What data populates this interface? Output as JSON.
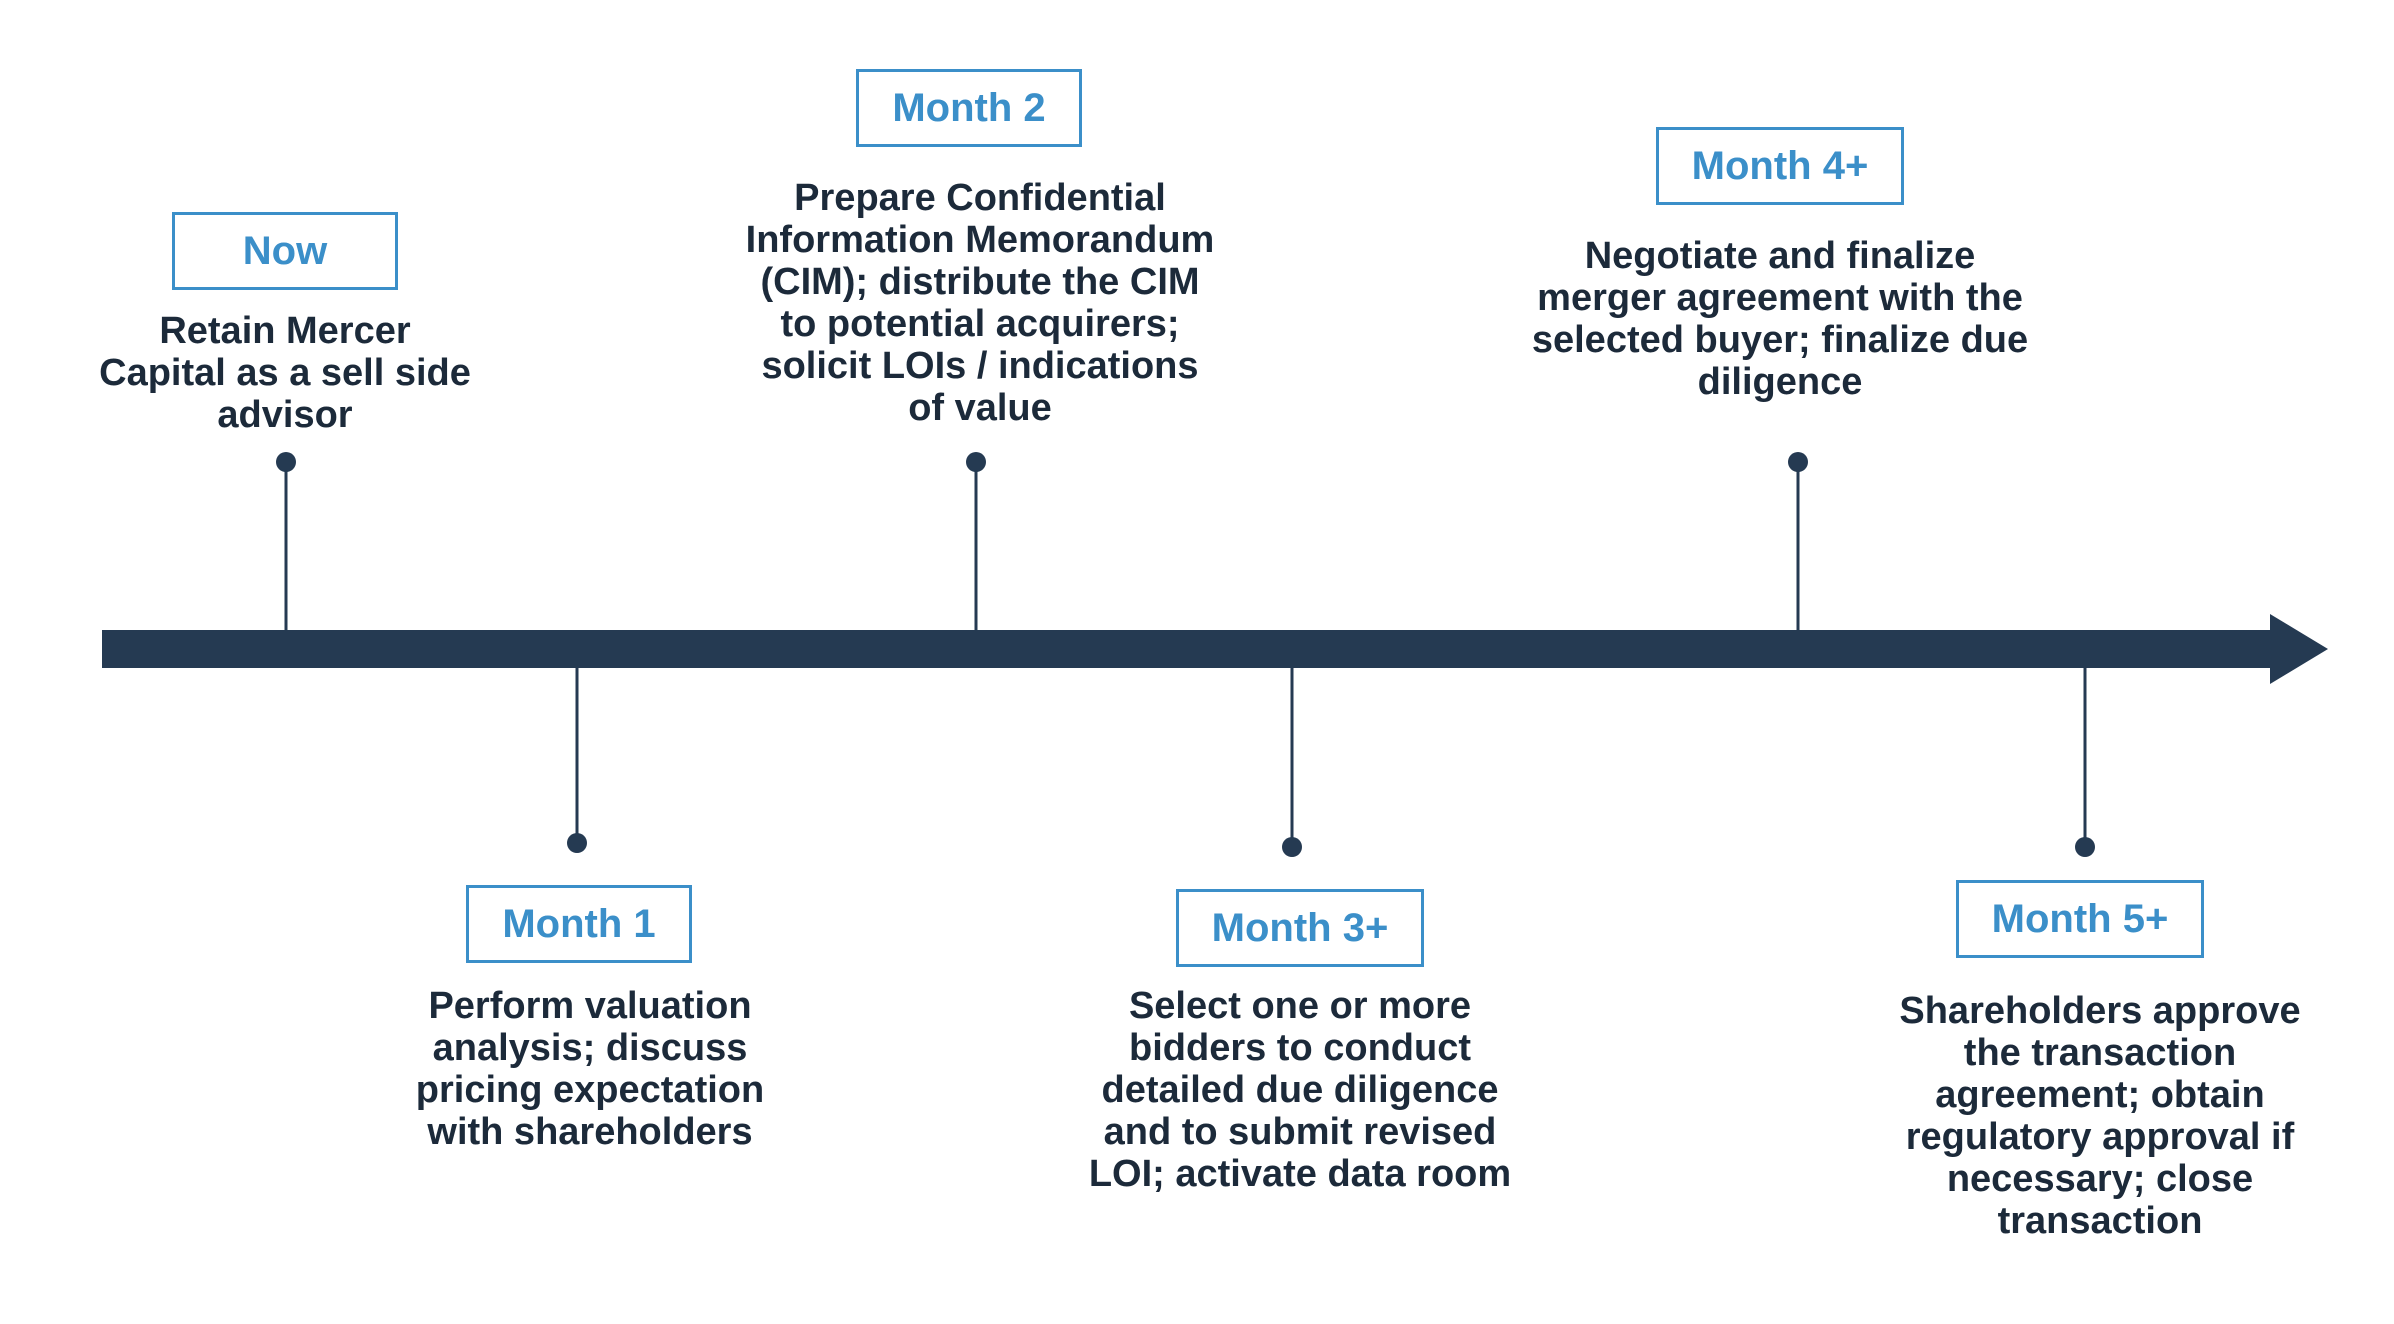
{
  "colors": {
    "axis": "#253a52",
    "accent": "#3b8fc9",
    "text": "#1c2a3a"
  },
  "milestones": [
    {
      "id": "now",
      "label": "Now",
      "lines": [
        "Retain Mercer",
        "Capital as a sell side",
        "advisor"
      ]
    },
    {
      "id": "month-1",
      "label": "Month 1",
      "lines": [
        "Perform valuation",
        "analysis; discuss",
        "pricing expectation",
        "with shareholders"
      ]
    },
    {
      "id": "month-2",
      "label": "Month 2",
      "lines": [
        "Prepare Confidential",
        "Information Memorandum",
        "(CIM); distribute the CIM",
        "to potential acquirers;",
        "solicit LOIs / indications",
        "of value"
      ]
    },
    {
      "id": "month-3",
      "label": "Month 3+",
      "lines": [
        "Select one or more",
        "bidders to conduct",
        "detailed due diligence",
        "and to submit revised",
        "LOI; activate data room"
      ]
    },
    {
      "id": "month-4",
      "label": "Month 4+",
      "lines": [
        "Negotiate and finalize",
        "merger agreement with the",
        "selected buyer; finalize due",
        "diligence"
      ]
    },
    {
      "id": "month-5",
      "label": "Month 5+",
      "lines": [
        "Shareholders approve",
        "the transaction",
        "agreement; obtain",
        "regulatory approval if",
        "necessary; close",
        "transaction"
      ]
    }
  ]
}
